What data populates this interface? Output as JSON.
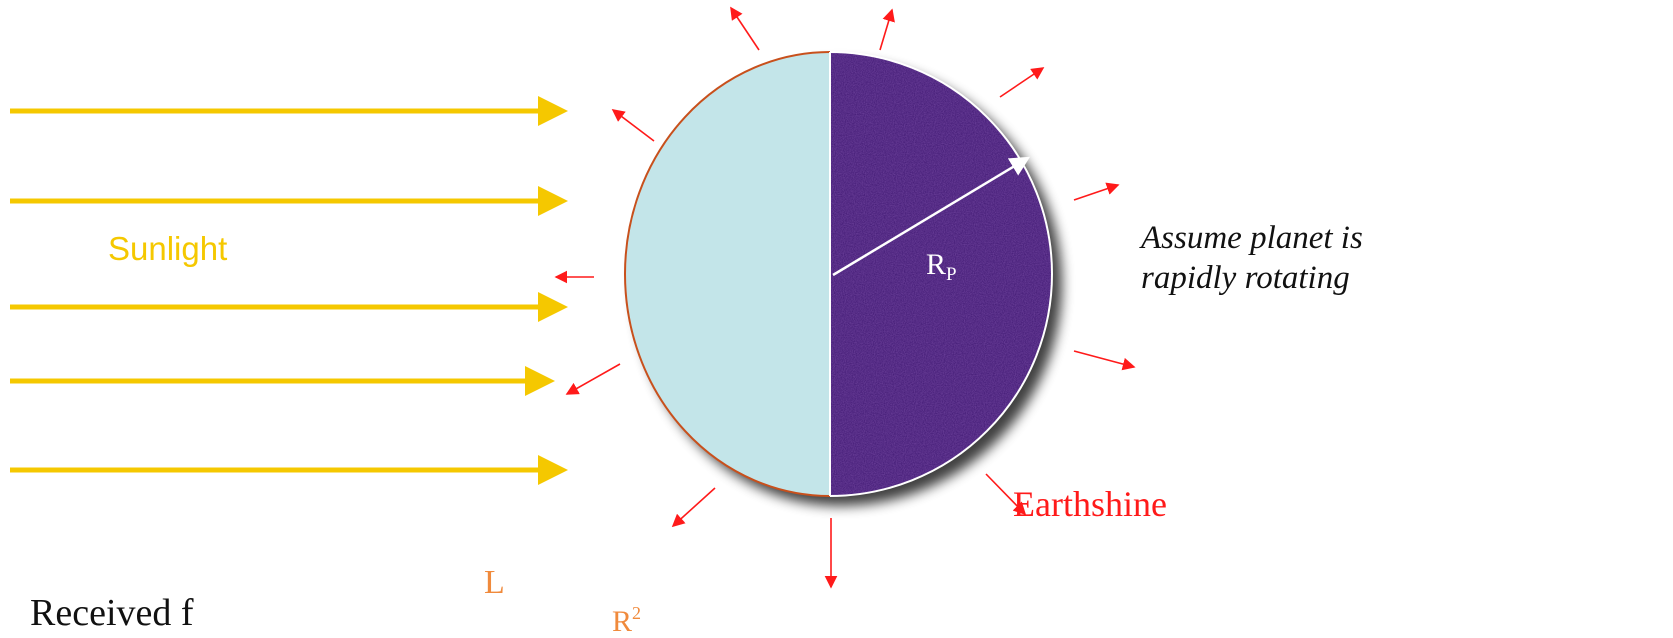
{
  "labels": {
    "sunlight": "Sunlight",
    "radius_symbol": "R",
    "radius_subscript": "P",
    "earthshine": "Earthshine",
    "note_line1": "Assume planet is",
    "note_line2": "rapidly rotating",
    "received_partial": "Received f",
    "luminosity_symbol": "L",
    "r_symbol": "R",
    "r_exponent": "2"
  },
  "colors": {
    "sunlight": "#f5c800",
    "day_side": "#c3e5e9",
    "night_side": "#3d1470",
    "outline": "#c8501c",
    "earthshine_arrows": "#ff1a1a",
    "formula": "#f08a3c"
  }
}
